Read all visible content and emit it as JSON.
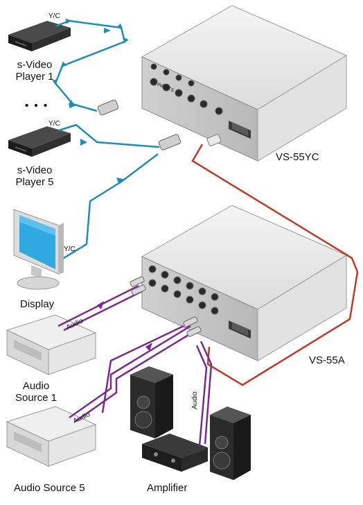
{
  "labels": {
    "player1": [
      "s-Video",
      "Player 1"
    ],
    "player5": [
      "s-Video",
      "Player 5"
    ],
    "ellipsis": "• • •",
    "display": "Display",
    "audio_source1": [
      "Audio",
      "Source 1"
    ],
    "audio_source5": "Audio Source 5",
    "amplifier": "Amplifier",
    "vs55yc": "VS-55YC",
    "vs55a": "VS-55A",
    "yc": "Y/C",
    "audio": "Audio",
    "inputs": "INPUTS"
  },
  "colors": {
    "video_cable": "#1f8cb8",
    "audio_cable": "#7a2a8c",
    "rs232_cable": "#c0392b",
    "device_body": "#e6e6e6",
    "device_front": "#cfcfcf",
    "speaker": "#2b2b2b"
  }
}
